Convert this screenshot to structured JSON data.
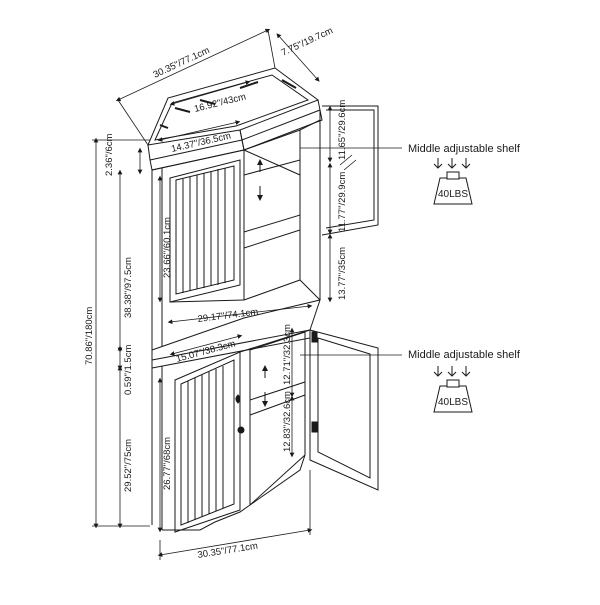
{
  "dimensions": {
    "top_width": "30.35\"/77.1cm",
    "top_depth": "7.75\"/19.7cm",
    "inner_back_width": "16.92\"/43cm",
    "inner_front_width": "14.37\"/36.5cm",
    "top_gap": "11.65\"/29.6cm",
    "upper_gap": "11.77\"/29.9cm",
    "open_gap": "13.77\"/35cm",
    "crown_height": "2.36\"/6cm",
    "upper_door_height": "23.66\"/60.1cm",
    "upper_height": "38.38\"/97.5cm",
    "total_height": "70.86\"/180cm",
    "counter_thickness": "0.59\"/1.5cm",
    "lower_height": "29.52\"/75cm",
    "lower_door_height": "26.77\"/68cm",
    "counter_width": "29.17\"/74.1cm",
    "lower_inner_width": "15.07\"/38.3cm",
    "lower_gap_top": "12.71\"/32.3cm",
    "lower_gap_bottom": "12.83\"/32.6cm",
    "bottom_width": "30.35\"/77.1cm"
  },
  "callouts": {
    "upper_shelf": "Middle adjustable shelf",
    "lower_shelf": "Middle adjustable shelf",
    "upper_weight": "40LBS",
    "lower_weight": "40LBS"
  },
  "colors": {
    "line": "#1a1a1a",
    "panel": "#ffffff",
    "shade": "#c9c9c9"
  }
}
